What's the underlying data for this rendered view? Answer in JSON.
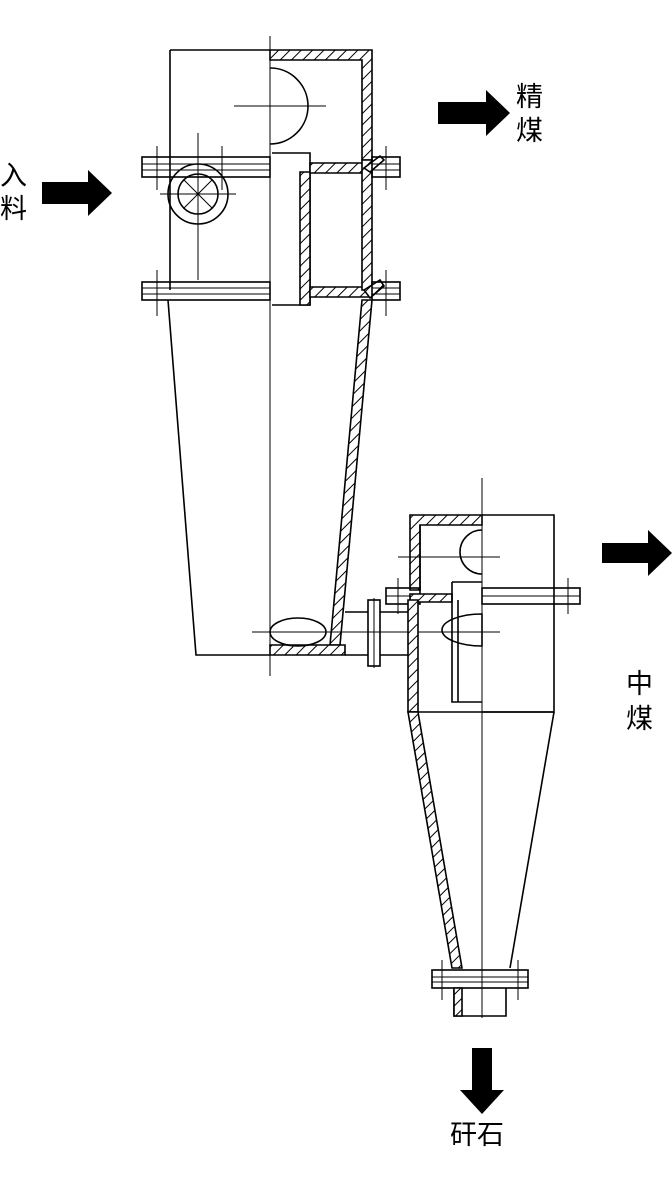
{
  "labels": {
    "feed": [
      "入",
      "料"
    ],
    "clean_coal": [
      "精",
      "煤"
    ],
    "middlings": [
      "中",
      "煤"
    ],
    "refuse": "矸石"
  }
}
